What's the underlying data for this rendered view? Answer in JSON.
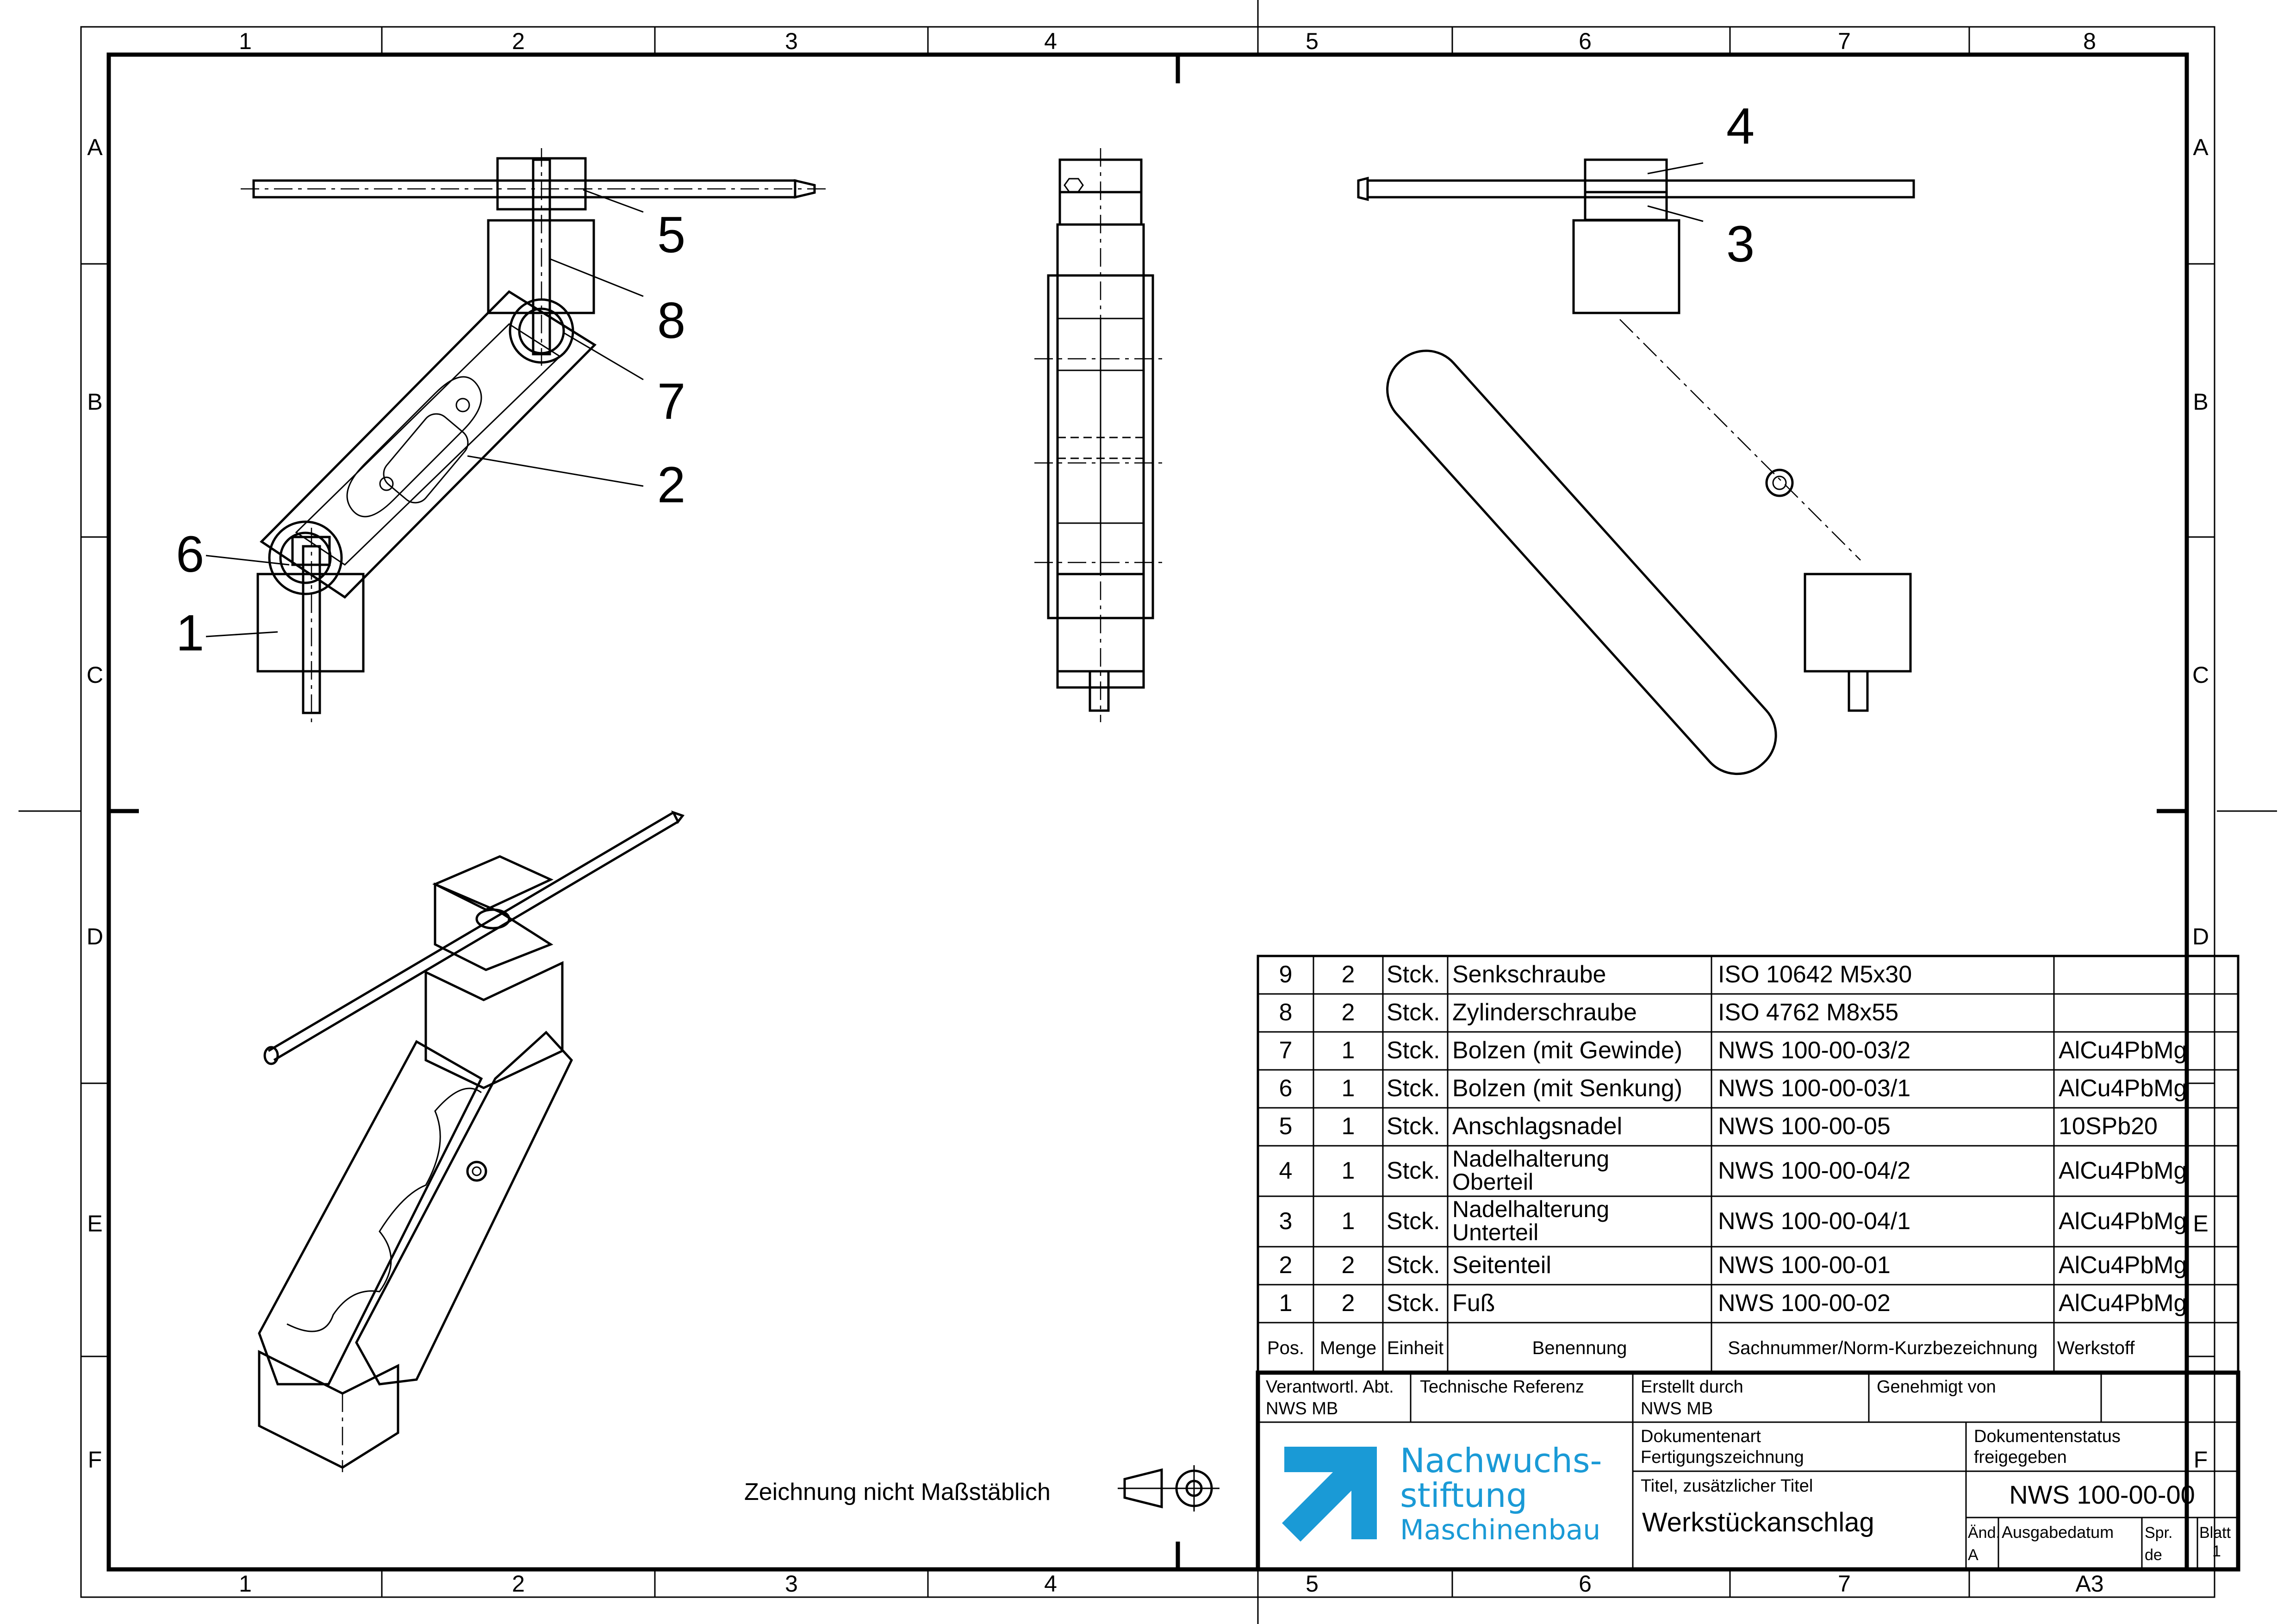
{
  "frame": {
    "columns": [
      "1",
      "2",
      "3",
      "4",
      "5",
      "6",
      "7",
      "8"
    ],
    "rows": [
      "A",
      "B",
      "C",
      "D",
      "E",
      "F"
    ]
  },
  "balloons": [
    "5",
    "8",
    "7",
    "2",
    "6",
    "1",
    "4",
    "3"
  ],
  "note": {
    "scale_note": "Zeichnung nicht Maßstäblich"
  },
  "parts_list": {
    "headers": [
      "Pos.",
      "Menge",
      "Einheit",
      "Benennung",
      "Sachnummer/Norm-Kurzbezeichnung",
      "Werkstoff"
    ],
    "rows": [
      {
        "pos": "9",
        "qty": "2",
        "unit": "Stck.",
        "name": "Senkschraube",
        "name2": "",
        "number": "ISO 10642 M5x30",
        "material": ""
      },
      {
        "pos": "8",
        "qty": "2",
        "unit": "Stck.",
        "name": "Zylinderschraube",
        "name2": "",
        "number": "ISO 4762 M8x55",
        "material": ""
      },
      {
        "pos": "7",
        "qty": "1",
        "unit": "Stck.",
        "name": "Bolzen (mit Gewinde)",
        "name2": "",
        "number": "NWS 100-00-03/2",
        "material": "AlCu4PbMg"
      },
      {
        "pos": "6",
        "qty": "1",
        "unit": "Stck.",
        "name": "Bolzen (mit Senkung)",
        "name2": "",
        "number": "NWS 100-00-03/1",
        "material": "AlCu4PbMg"
      },
      {
        "pos": "5",
        "qty": "1",
        "unit": "Stck.",
        "name": "Anschlagsnadel",
        "name2": "",
        "number": "NWS 100-00-05",
        "material": "10SPb20"
      },
      {
        "pos": "4",
        "qty": "1",
        "unit": "Stck.",
        "name": "Nadelhalterung",
        "name2": "Oberteil",
        "number": "NWS 100-00-04/2",
        "material": "AlCu4PbMg"
      },
      {
        "pos": "3",
        "qty": "1",
        "unit": "Stck.",
        "name": "Nadelhalterung",
        "name2": "Unterteil",
        "number": "NWS 100-00-04/1",
        "material": "AlCu4PbMg"
      },
      {
        "pos": "2",
        "qty": "2",
        "unit": "Stck.",
        "name": "Seitenteil",
        "name2": "",
        "number": "NWS 100-00-01",
        "material": "AlCu4PbMg"
      },
      {
        "pos": "1",
        "qty": "2",
        "unit": "Stck.",
        "name": "Fuß",
        "name2": "",
        "number": "NWS 100-00-02",
        "material": "AlCu4PbMg"
      }
    ]
  },
  "title_block": {
    "resp_label": "Verantwortl. Abt.",
    "resp_value": "NWS MB",
    "tech_ref_label": "Technische Referenz",
    "created_label": "Erstellt durch",
    "created_value": "NWS MB",
    "approved_label": "Genehmigt von",
    "logo_line1": "Nachwuchs-",
    "logo_line2": "stiftung",
    "logo_line3": "Maschinenbau",
    "logo_color": "#1a9ad6",
    "doctype_label": "Dokumentenart",
    "doctype_value": "Fertigungszeichnung",
    "status_label": "Dokumentenstatus",
    "status_value": "freigegeben",
    "subtitle_label": "Titel, zusätzlicher Titel",
    "title": "Werkstückanschlag",
    "number": "NWS 100-00-00",
    "rev_label": "Änd.",
    "rev_value": "A",
    "date_label": "Ausgabedatum",
    "lang_label": "Spr.",
    "lang_value": "de",
    "sheet_label": "Blatt",
    "sheet_value": "1",
    "format": "A3"
  }
}
